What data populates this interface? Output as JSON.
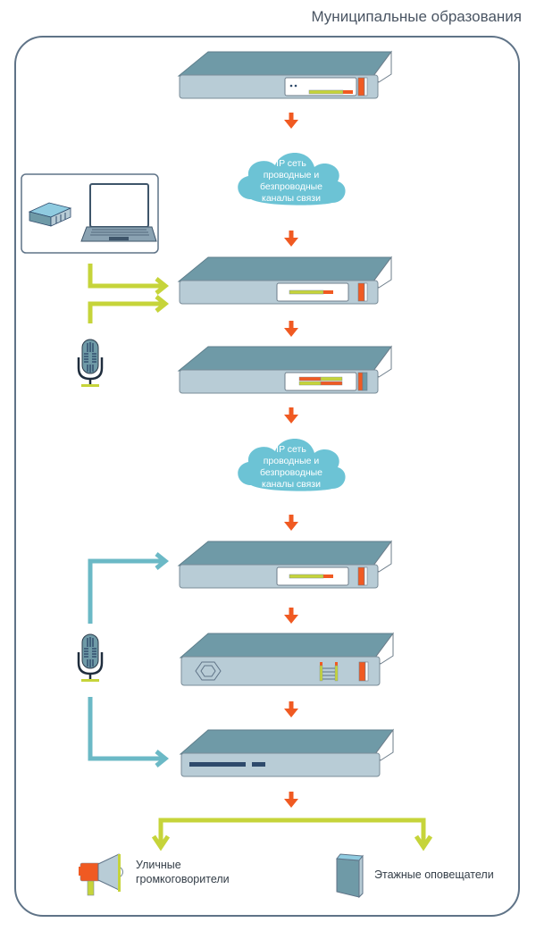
{
  "title": "Муниципальные образования",
  "colors": {
    "frame": "#5f7387",
    "device_top": "#6f9aa7",
    "device_front": "#b8ccd6",
    "device_outline": "#6d7d8a",
    "arrow_orange": "#f05a22",
    "lime": "#c6d43a",
    "teal": "#6bb9c6",
    "cloud": "#6cc3d5",
    "dark_navy": "#2e4a6b"
  },
  "clouds": [
    {
      "lines": [
        "IP сеть",
        "проводные и",
        "безпроводные",
        "каналы связи"
      ]
    },
    {
      "lines": [
        "IP сеть",
        "проводные и",
        "безпроводные",
        "каналы связи"
      ]
    }
  ],
  "devices": [
    {
      "name": "central-server",
      "front": "display-dots"
    },
    {
      "name": "regional-server",
      "front": "display-bar"
    },
    {
      "name": "regional-switch",
      "front": "display-split-bars"
    },
    {
      "name": "local-server",
      "front": "display-bar"
    },
    {
      "name": "amplifier",
      "front": "fan-ladder"
    },
    {
      "name": "controller",
      "front": "slots"
    }
  ],
  "inputs": {
    "operator_station": "workstation-with-laptop",
    "mic_top": "microphone",
    "mic_bottom": "microphone"
  },
  "outputs": [
    {
      "icon": "megaphone-icon",
      "label_lines": [
        "Уличные",
        "громкоговорители"
      ]
    },
    {
      "icon": "floor-speaker-icon",
      "label_lines": [
        "Этажные оповещатели"
      ]
    }
  ]
}
